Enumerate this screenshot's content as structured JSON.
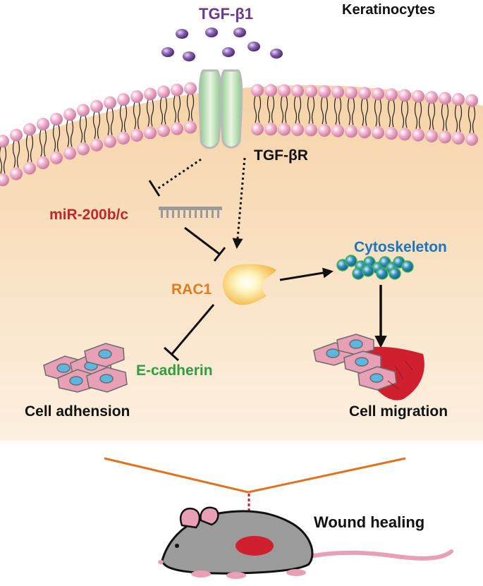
{
  "labels": {
    "ligand": "TGF-β1",
    "cell_type": "Keratinocytes",
    "receptor": "TGF-βR",
    "mirna": "miR-200b/c",
    "rac1": "RAC1",
    "cytoskeleton": "Cytoskeleton",
    "ecadherin": "E-cadherin",
    "adhesion": "Cell adhension",
    "migration": "Cell migration",
    "wound": "Wound healing"
  },
  "colors": {
    "ligand_text": "#6b3a8f",
    "mirna_text": "#c1272d",
    "rac1_text": "#e07b20",
    "cytoskeleton_text": "#1b75bc",
    "ecadherin_text": "#2e9e3e",
    "cytoplasm": "#fbe3c6",
    "lipid_head": "#f4b6d2",
    "receptor": "#a8d8a0",
    "cell_fill": "#e7a0b5",
    "nucleus": "#5cb6e0",
    "wound_red": "#d0202f",
    "mouse_body": "#9b9b9b",
    "tie_line": "#e2731e"
  },
  "icons": [
    "ligand-particle-icon",
    "receptor-icon",
    "mirna-icon",
    "rac1-glow-icon",
    "cytoskeleton-beads-icon",
    "cell-cluster-icon",
    "mouse-icon"
  ]
}
